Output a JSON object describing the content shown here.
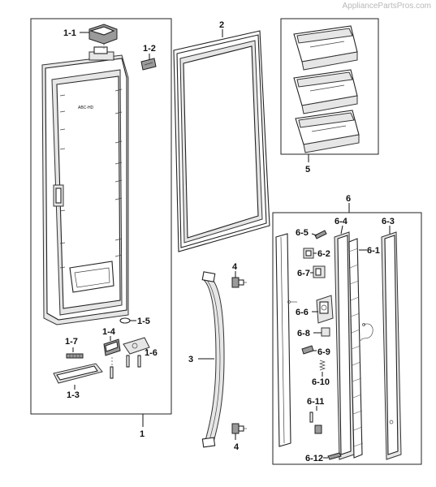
{
  "watermark": "AppliancePartsPros.com",
  "labels": {
    "p1": "1",
    "p1_1": "1-1",
    "p1_2": "1-2",
    "p1_3": "1-3",
    "p1_4": "1-4",
    "p1_5": "1-5",
    "p1_6": "1-6",
    "p1_7": "1-7",
    "p2": "2",
    "p3": "3",
    "p4_top": "4",
    "p4_bottom": "4",
    "p5": "5",
    "p6": "6",
    "p6_1": "6-1",
    "p6_2": "6-2",
    "p6_3": "6-3",
    "p6_4": "6-4",
    "p6_5": "6-5",
    "p6_6": "6-6",
    "p6_7": "6-7",
    "p6_8": "6-8",
    "p6_9": "6-9",
    "p6_10": "6-10",
    "p6_11": "6-11",
    "p6_12": "6-12"
  },
  "door_text": "ABC-HD"
}
